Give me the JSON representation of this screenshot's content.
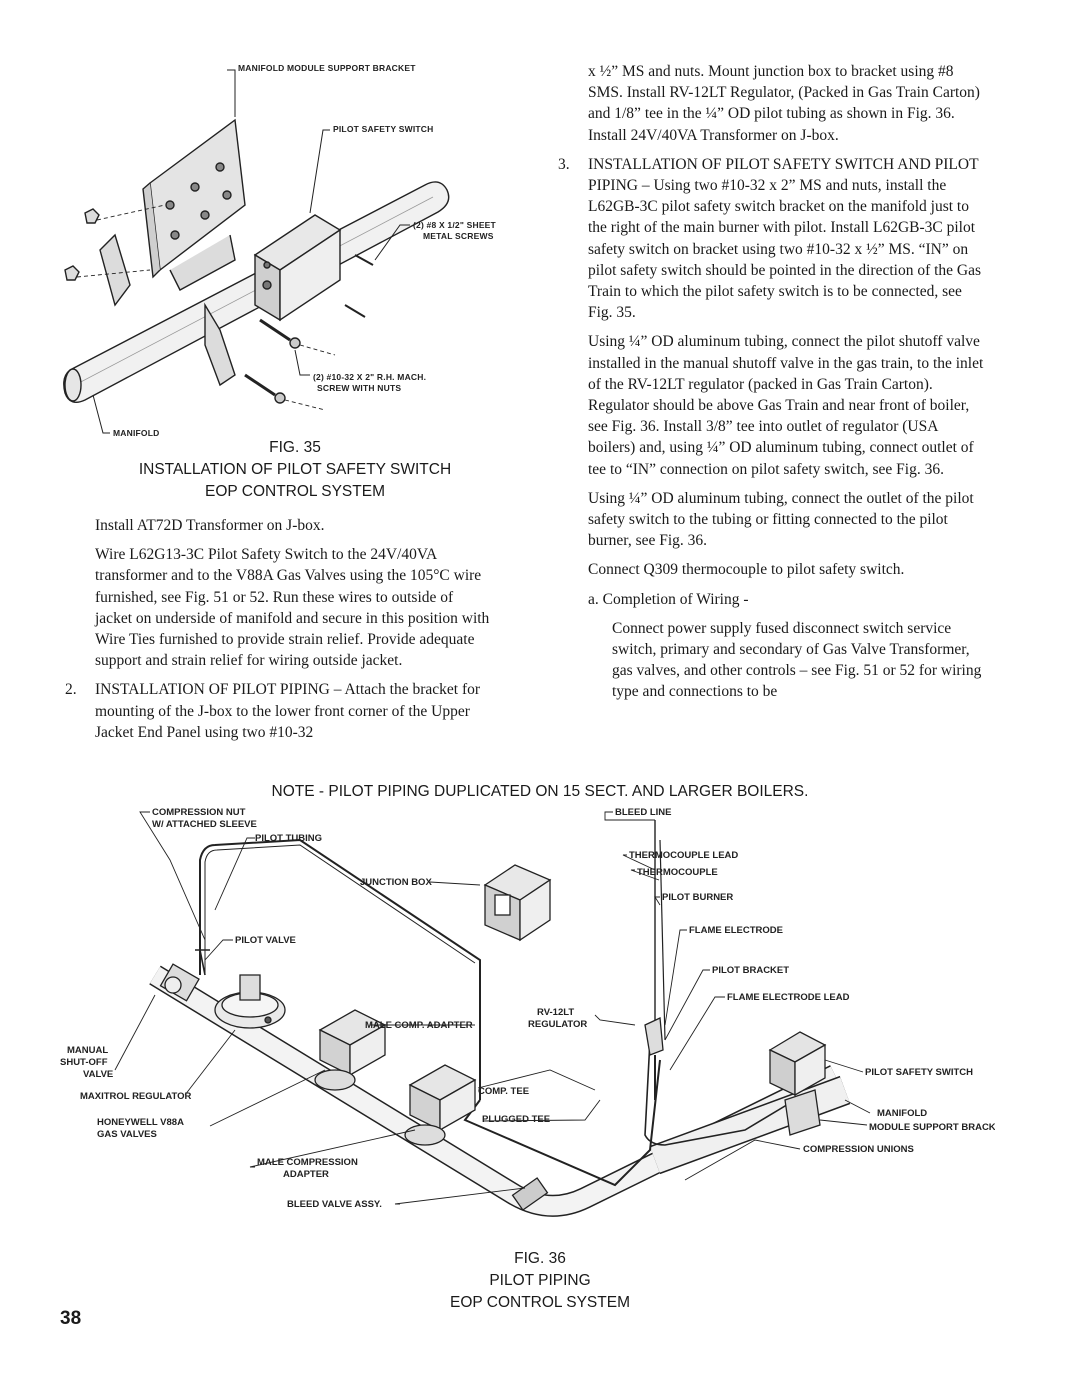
{
  "fig35": {
    "labels": {
      "bracket": "MANIFOLD MODULE SUPPORT BRACKET",
      "switch": "PILOT SAFETY SWITCH",
      "sheet_screws_1": "(2) #8 X 1/2\" SHEET",
      "sheet_screws_2": "METAL SCREWS",
      "mach_screw_1": "(2) #10-32 X 2\" R.H. MACH.",
      "mach_screw_2": "SCREW WITH NUTS",
      "manifold": "MANIFOLD"
    },
    "caption": {
      "fig": "FIG. 35",
      "line1": "INSTALLATION OF PILOT SAFETY SWITCH",
      "line2": "EOP CONTROL SYSTEM"
    }
  },
  "left_text": {
    "p1": "Install AT72D Transformer on J-box.",
    "p2": "Wire L62G13-3C Pilot Safety Switch to the 24V/40VA transformer and to the V88A Gas Valves using the 105°C wire furnished, see Fig. 51 or 52. Run these wires to outside of jacket on underside of manifold and secure in this position with Wire Ties furnished to provide strain relief. Provide adequate support and strain relief for wiring outside jacket.",
    "step2_num": "2.",
    "step2": "INSTALLATION OF PILOT PIPING – Attach the bracket for mounting of the J-box to the lower front corner of the Upper Jacket End Panel using two #10-32"
  },
  "right_text": {
    "cont": "x ½” MS and nuts. Mount junction box to bracket using #8 SMS. Install RV-12LT Regulator, (Packed in Gas Train Carton) and 1/8” tee in the ¼” OD pilot tubing as shown in Fig. 36. Install 24V/40VA Transformer on J-box.",
    "step3_num": "3.",
    "step3": "INSTALLATION OF PILOT SAFETY SWITCH AND PILOT PIPING – Using two #10-32 x 2” MS and nuts, install the L62GB-3C pilot safety switch bracket on the manifold just to the right of the main burner with pilot. Install L62GB-3C pilot safety switch on bracket using two #10-32 x ½” MS. “IN” on pilot safety switch should be pointed in the direction of the Gas Train to which the pilot safety switch is to be connected, see Fig. 35.",
    "p_tubing1": "Using ¼” OD aluminum tubing, connect the pilot shutoff valve installed in the manual shutoff valve in the gas train, to the inlet of the RV-12LT regulator (packed in Gas Train Carton). Regulator should be above Gas Train and near front of boiler, see Fig. 36. Install 3/8” tee into outlet of regulator (USA boilers) and, using ¼” OD aluminum tubing, connect outlet of tee to “IN” connection on pilot safety switch, see Fig. 36.",
    "p_tubing2": "Using ¼” OD aluminum tubing, connect the outlet of the pilot safety switch to the tubing or fitting connected to the pilot burner, see Fig. 36.",
    "p_q309": "Connect Q309 thermocouple to pilot safety switch.",
    "sub_a": "a. Completion of Wiring -",
    "p_power": "Connect power supply fused disconnect switch service switch, primary and secondary of Gas Valve Transformer, gas valves, and other controls – see Fig. 51 or 52 for wiring type and connections to be"
  },
  "note": "NOTE - PILOT PIPING DUPLICATED ON 15 SECT. AND LARGER BOILERS.",
  "fig36": {
    "labels": {
      "comp_nut_1": "COMPRESSION NUT",
      "comp_nut_2": "W/ ATTACHED SLEEVE",
      "pilot_tubing": "PILOT TUBING",
      "junction_box": "JUNCTION BOX",
      "pilot_valve": "PILOT VALVE",
      "manual_1": "MANUAL",
      "manual_2": "SHUT-OFF",
      "manual_3": "VALVE",
      "maxitrol": "MAXITROL REGULATOR",
      "honeywell_1": "HONEYWELL V88A",
      "honeywell_2": "GAS VALVES",
      "male_comp_adapter": "MALE COMP. ADAPTER",
      "male_comp_1": "MALE COMPRESSION",
      "male_comp_2": "ADAPTER",
      "bleed_valve": "BLEED VALVE ASSY.",
      "comp_tee": "COMP. TEE",
      "plugged_tee": "PLUGGED TEE",
      "rv12lt_1": "RV-12LT",
      "rv12lt_2": "REGULATOR",
      "bleed_line": "BLEED LINE",
      "thermo_lead": "THERMOCOUPLE LEAD",
      "thermocouple": "THERMOCOUPLE",
      "pilot_burner": "PILOT BURNER",
      "flame_electrode": "FLAME ELECTRODE",
      "pilot_bracket": "PILOT BRACKET",
      "flame_lead": "FLAME ELECTRODE LEAD",
      "pilot_switch": "PILOT SAFETY SWITCH",
      "manifold": "MANIFOLD",
      "module_bracket": "MODULE SUPPORT BRACKET",
      "comp_unions": "COMPRESSION UNIONS"
    },
    "caption": {
      "fig": "FIG. 36",
      "line1": "PILOT PIPING",
      "line2": "EOP CONTROL SYSTEM"
    }
  },
  "page_number": "38"
}
